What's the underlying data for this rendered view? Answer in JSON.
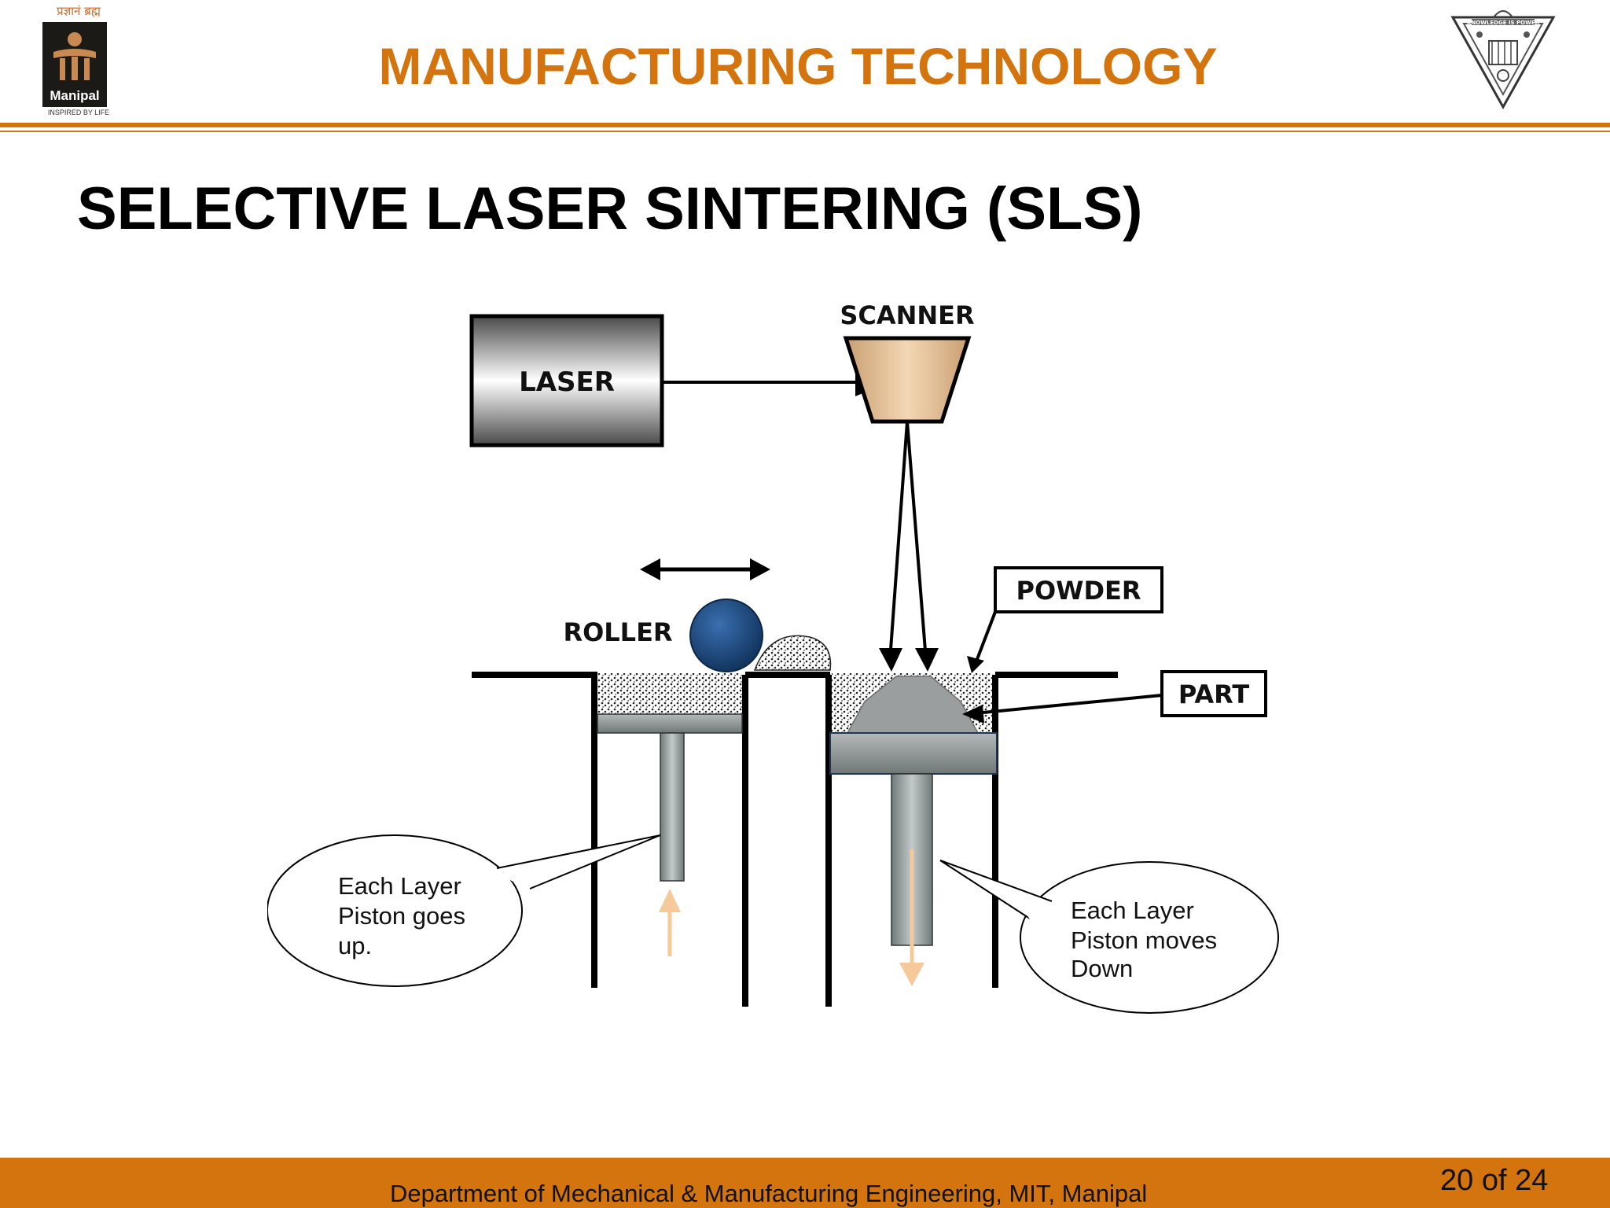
{
  "header": {
    "logo_tagline": "प्रज्ञानं ब्रह्म",
    "logo_name": "Manipal",
    "logo_subtitle": "INSPIRED BY LIFE",
    "title": "MANUFACTURING TECHNOLOGY",
    "seal_motto": "KNOWLEDGE IS POWER"
  },
  "slide": {
    "title": "SELECTIVE LASER SINTERING (SLS)"
  },
  "diagram": {
    "laser": "LASER",
    "scanner": "SCANNER",
    "roller": "ROLLER",
    "powder": "POWDER",
    "part": "PART",
    "left_callout": [
      "Each Layer",
      "Piston goes",
      "up."
    ],
    "right_callout": [
      "Each Layer",
      "Piston moves",
      "Down"
    ]
  },
  "footer": {
    "department": "Department of Mechanical & Manufacturing Engineering, MIT, Manipal",
    "page": "20 of 24"
  }
}
